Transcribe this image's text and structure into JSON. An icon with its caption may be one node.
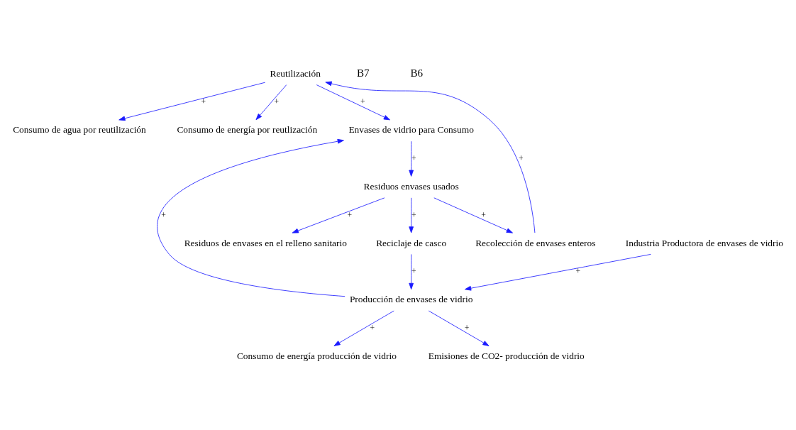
{
  "diagram": {
    "nodes": [
      {
        "text": [
          "Consumo de agua por reutilización"
        ]
      },
      {
        "text": [
          "Consumo de energía por reutlización"
        ]
      },
      {
        "text": [
          "Reutilización"
        ]
      },
      {
        "text": [
          "Consumo de energía producción de vidrio"
        ]
      },
      {
        "text": [
          "Emisiones de CO2- producción de vidrio"
        ]
      },
      {
        "text": [
          "Envases de vidrio para Consumo"
        ]
      },
      {
        "text": [
          "Recolección de envases enteros"
        ]
      },
      {
        "text": [
          "Industria Productora de envases de vidrio"
        ]
      },
      {
        "text": [
          "Producción de envases de vidrio"
        ]
      },
      {
        "text": [
          "Residuos envases usados"
        ]
      },
      {
        "text": [
          "Reciclaje de casco"
        ]
      },
      {
        "text": [
          "Residuos de envases en el relleno sanitario"
        ]
      }
    ],
    "edges": [
      {
        "from": 2,
        "to": 0,
        "arrow": "to",
        "label": "+"
      },
      {
        "from": 2,
        "to": 1,
        "arrow": "to",
        "label": "+"
      },
      {
        "from": 8,
        "to": 3,
        "arrow": "to",
        "label": "+"
      },
      {
        "from": 2,
        "to": 5,
        "arrow": "to",
        "label": "+"
      },
      {
        "from": 8,
        "to": 5,
        "arrow": "to",
        "label": "+"
      },
      {
        "from": 6,
        "to": 2,
        "arrow": "to",
        "label": "+"
      },
      {
        "from": 8,
        "to": 4,
        "arrow": "to",
        "label": "+"
      },
      {
        "from": 7,
        "to": 8,
        "arrow": "to",
        "label": "+"
      },
      {
        "from": 5,
        "to": 9,
        "arrow": "to",
        "label": "+"
      },
      {
        "from": 9,
        "to": 6,
        "arrow": "to",
        "label": "+"
      },
      {
        "from": 10,
        "to": 8,
        "arrow": "to",
        "label": "+"
      },
      {
        "from": 9,
        "to": 10,
        "arrow": "to",
        "label": "+"
      },
      {
        "from": 9,
        "to": 11,
        "arrow": "to",
        "label": "+"
      }
    ],
    "labels": [
      "B7",
      "B6"
    ]
  }
}
